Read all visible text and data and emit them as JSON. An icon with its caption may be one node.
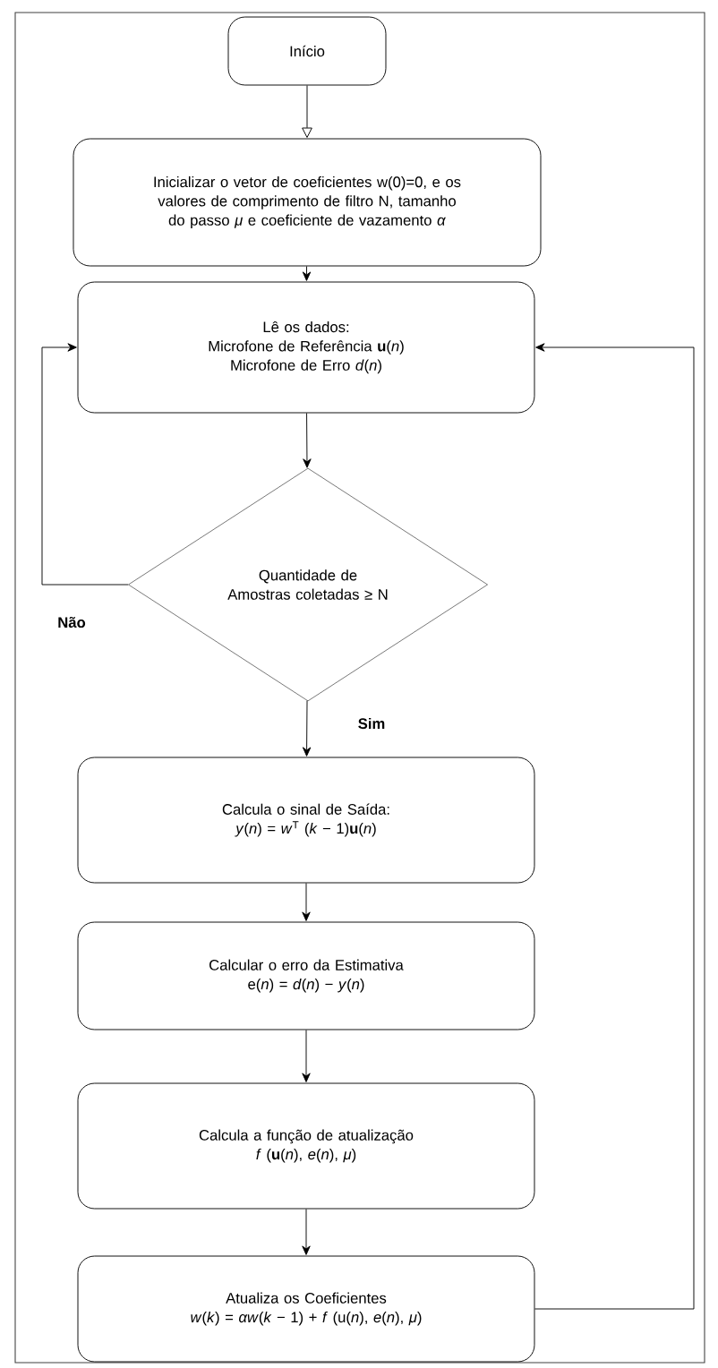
{
  "diagram": {
    "nodes": [
      {
        "text": [
          "Início"
        ]
      },
      {
        "text": [
          "Inicializar o vetor de coeficientes w(0)=0, e os valores de comprimento de filtro N, tamanho do passo *μ* e coeficiente de vazamento *α*"
        ]
      },
      {
        "text": [
          "Lê os dados:",
          "Microfone de Referência **u**(*n*)",
          "Microfone de Erro *d*(*n*)"
        ]
      },
      {
        "text": [
          "Quantidade de Amostras coletadas  ≥ N"
        ]
      },
      {
        "text": [
          "Calcula o sinal de Saída:",
          "*y*(*n*) = *w*$^{T}$ (*k* − 1)**u**(*n*)"
        ]
      },
      {
        "text": [
          "Calcular o erro da Estimativa",
          "e(*n*) = *d*(*n*) − *y*(*n*)"
        ]
      },
      {
        "text": [
          "Calcula a função de atualização",
          "*f* (**u**(*n*), *e*(*n*), *μ*)"
        ]
      },
      {
        "text": [
          "Atualiza os Coeficientes",
          "*w*(*k*) = *αw*(*k* − 1) + *f* (u(*n*), *e*(*n*), *μ*)"
        ]
      }
    ],
    "edges": [
      {
        "from": 0,
        "to": 1,
        "arrow": "to"
      },
      {
        "from": 1,
        "to": 2,
        "arrow": "to"
      },
      {
        "from": 2,
        "to": 3,
        "arrow": "to"
      },
      {
        "from": 3,
        "to": 2,
        "arrow": "to",
        "label": "Não"
      },
      {
        "from": 3,
        "to": 4,
        "arrow": "to",
        "label": "Sim"
      },
      {
        "from": 4,
        "to": 5,
        "arrow": "to"
      },
      {
        "from": 5,
        "to": 6,
        "arrow": "to"
      },
      {
        "from": 6,
        "to": 7,
        "arrow": "to"
      },
      {
        "from": 7,
        "to": 2,
        "arrow": "to"
      }
    ]
  }
}
